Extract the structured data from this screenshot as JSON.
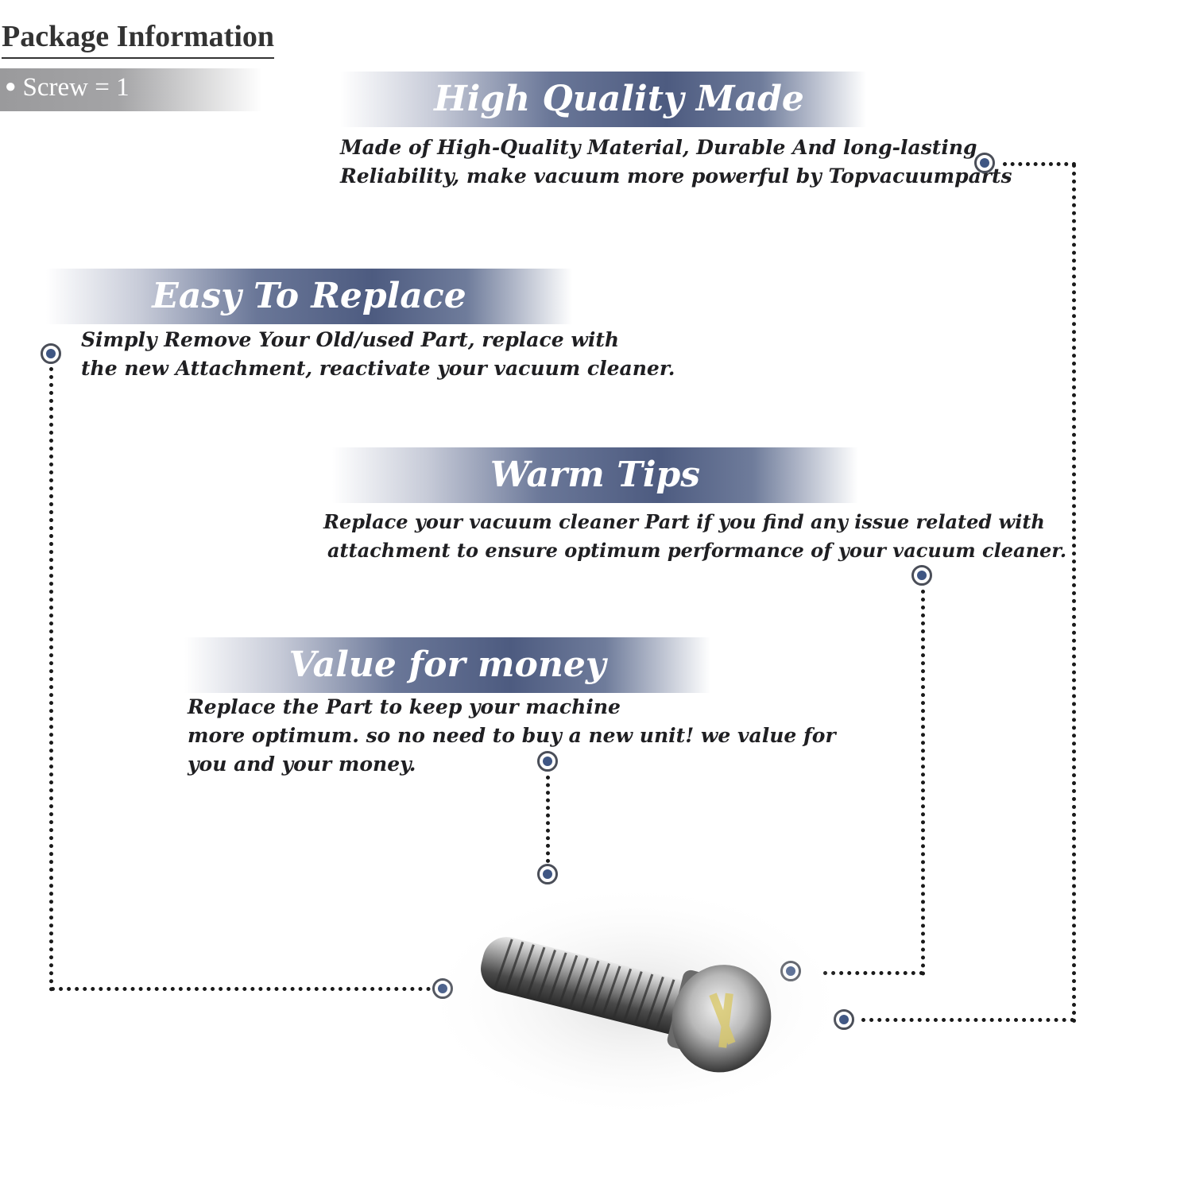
{
  "package": {
    "title": "Package Information",
    "item": "Screw = 1"
  },
  "sections": [
    {
      "title": "High Quality Made",
      "lines": [
        "Made of  High-Quality Material, Durable And long-lasting",
        "Reliability, make vacuum more powerful by Topvacuumparts"
      ]
    },
    {
      "title": "Easy To Replace",
      "lines": [
        "Simply Remove Your Old/used Part, replace with",
        "the new Attachment, reactivate your vacuum cleaner."
      ]
    },
    {
      "title": "Warm Tips",
      "lines": [
        "Replace your vacuum cleaner Part if you find any issue related with",
        "attachment to ensure optimum performance of your vacuum cleaner."
      ]
    },
    {
      "title": "Value for money",
      "lines": [
        "Replace the Part to keep your machine",
        "more optimum. so no need to buy a new unit! we value for",
        "you and your money."
      ]
    }
  ],
  "colors": {
    "banner": "#4d5b80",
    "marker": "#3f5683",
    "text": "#1f1f22"
  },
  "product_image": "screw"
}
